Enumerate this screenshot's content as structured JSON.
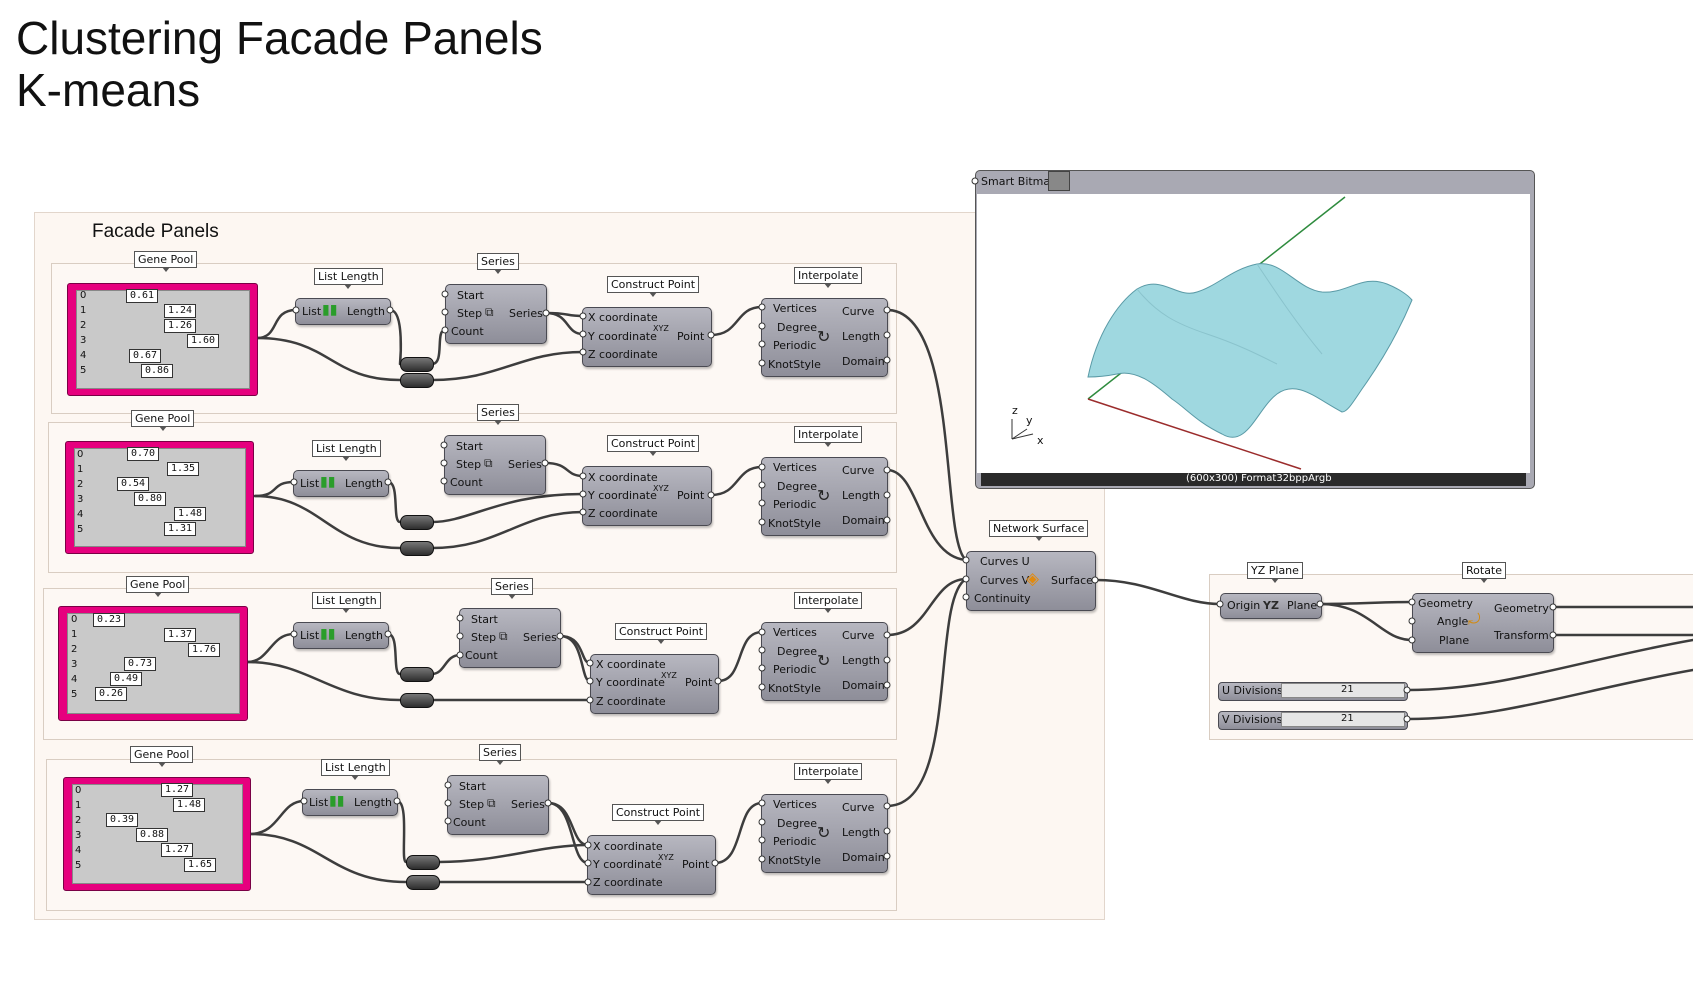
{
  "page": {
    "title_line1": "Clustering Facade Panels",
    "title_line2": "K-means"
  },
  "group": {
    "title": "Facade Panels"
  },
  "tags": {
    "gene_pool": "Gene Pool",
    "list_length": "List Length",
    "series": "Series",
    "construct_point": "Construct Point",
    "interpolate": "Interpolate",
    "network_surface": "Network Surface",
    "yz_plane": "YZ Plane",
    "rotate": "Rotate"
  },
  "ports": {
    "list": "List",
    "length": "Length",
    "start": "Start",
    "step": "Step",
    "count": "Count",
    "series": "Series",
    "x_coordinate": "X coordinate",
    "y_coordinate": "Y coordinate",
    "z_coordinate": "Z coordinate",
    "point": "Point",
    "vertices": "Vertices",
    "degree": "Degree",
    "periodic": "Periodic",
    "knotstyle": "KnotStyle",
    "curve": "Curve",
    "domain": "Domain",
    "curves_u": "Curves U",
    "curves_v": "Curves V",
    "continuity": "Continuity",
    "surface": "Surface",
    "origin": "Origin",
    "plane": "Plane",
    "geometry": "Geometry",
    "angle": "Angle",
    "transform": "Transform",
    "xyz_icon": "XYZ",
    "yz_icon": "YZ"
  },
  "gene_pools": [
    {
      "values": [
        "0.61",
        "1.24",
        "1.26",
        "1.60",
        "0.67",
        "0.86"
      ]
    },
    {
      "values": [
        "0.70",
        "1.35",
        "0.54",
        "0.80",
        "1.48",
        "1.31"
      ]
    },
    {
      "values": [
        "0.23",
        "1.37",
        "1.76",
        "0.73",
        "0.49",
        "0.26"
      ]
    },
    {
      "values": [
        "1.27",
        "1.48",
        "0.39",
        "0.88",
        "1.27",
        "1.65"
      ]
    }
  ],
  "indices": [
    "0",
    "1",
    "2",
    "3",
    "4",
    "5"
  ],
  "smart_bitmap": {
    "title": "Smart Bitmap",
    "caption": "(600x300) Format32bppArgb",
    "axis_x": "x",
    "axis_y": "y",
    "axis_z": "z"
  },
  "sliders": [
    {
      "label": "U Divisions",
      "value": "21"
    },
    {
      "label": "V Divisions",
      "value": "21"
    }
  ],
  "icons": {
    "list_length": "bar-chart-icon",
    "series": "series-icon",
    "construct_point": "xyz-point-icon",
    "interpolate": "spiral-curve-icon",
    "network_surface": "surface-icon",
    "yz_plane": "yz-plane-icon",
    "rotate": "rotate-icon"
  },
  "colors": {
    "gene_pool": "#e6007e",
    "component": "#9b9ba5",
    "surface": "#9fd8e0",
    "axis_green": "#2e8b3e",
    "axis_red": "#9b2c2c"
  }
}
